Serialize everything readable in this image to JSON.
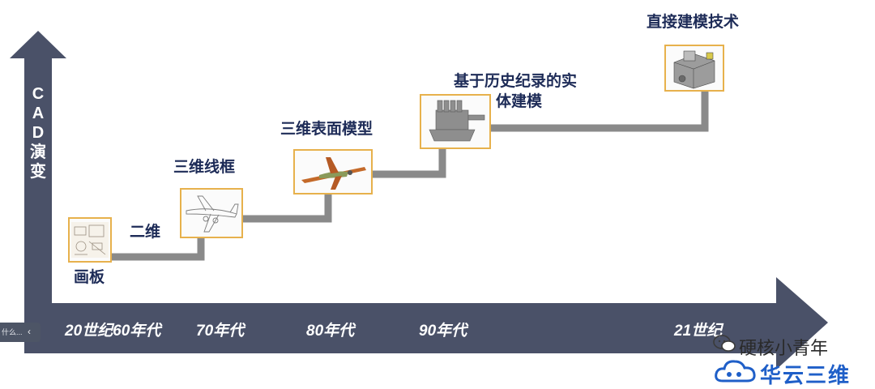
{
  "axis": {
    "vertical_title": [
      "C",
      "A",
      "D",
      "演",
      "变"
    ],
    "eras": [
      "20世纪60年代",
      "70年代",
      "80年代",
      "90年代",
      "21世纪"
    ]
  },
  "stages": [
    {
      "label": "画板",
      "icon": "drawing-board-image"
    },
    {
      "label": "二维",
      "icon": null
    },
    {
      "label": "三维线框",
      "icon": "wireframe-airplane-image"
    },
    {
      "label": "三维表面模型",
      "icon": "surface-model-airplane-image"
    },
    {
      "label_lines": [
        "基于历史纪录的实",
        "体建模"
      ],
      "icon": "engine-solid-model-image"
    },
    {
      "label": "直接建模技术",
      "icon": "direct-model-part-image"
    }
  ],
  "side_tab": {
    "text": "什么...",
    "arrow": "‹"
  },
  "watermark": {
    "text": "硬核小青年",
    "brand": "华云三维"
  },
  "colors": {
    "arrow": "#4a5168",
    "step": "#8a8a8a",
    "label": "#1d2b57",
    "frame": "#e7b14c",
    "brand": "#1f5fc8"
  }
}
